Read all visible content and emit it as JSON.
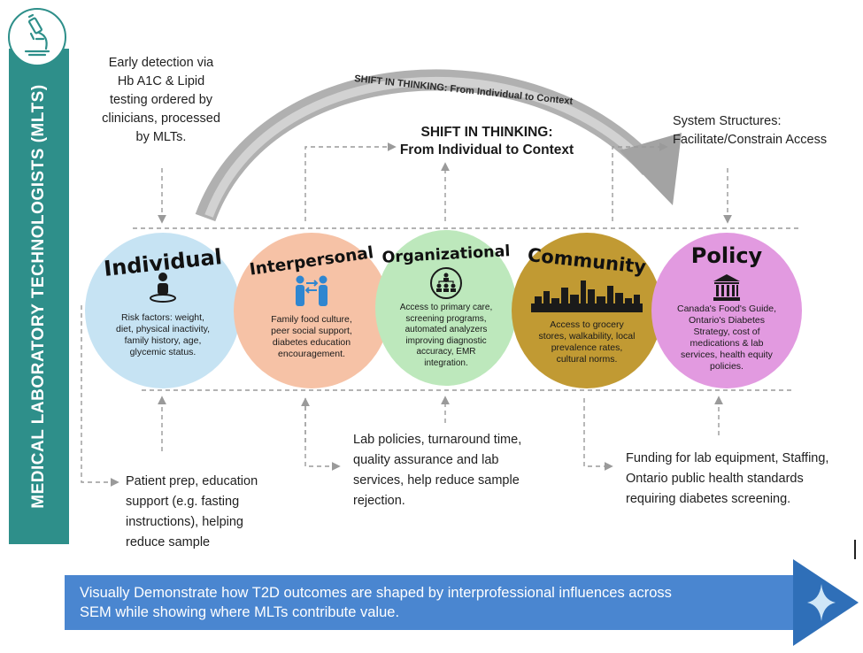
{
  "banner": {
    "label": "MEDICAL LABORATORY TECHNOLOGISTS (MLTS)"
  },
  "top_notes": {
    "individual": "Early detection via Hb A1C & Lipid testing ordered by clinicians, processed by MLTs.",
    "individual_lines": [
      "Early detection via",
      "Hb A1C & Lipid",
      "testing ordered by",
      "clinicians, processed",
      "by MLTs."
    ],
    "system_lines": [
      "System Structures:",
      "Facilitate/Constrain Access"
    ]
  },
  "shift": {
    "arc_label": "SHIFT IN THINKING: From Individual to Context",
    "title_line1": "SHIFT IN THINKING:",
    "title_line2": "From Individual to Context"
  },
  "levels": [
    {
      "title": "Individual",
      "color": "#c6e3f3",
      "icon": "person-icon",
      "desc_lines": [
        "Risk factors: weight,",
        "diet, physical inactivity,",
        "family history, age,",
        "glycemic status."
      ]
    },
    {
      "title": "Interpersonal",
      "color": "#f6c2a6",
      "icon": "people-exchange-icon",
      "desc_lines": [
        "Family food culture,",
        "peer social support,",
        "diabetes education",
        "encouragement."
      ]
    },
    {
      "title": "Organizational",
      "color": "#bde8bc",
      "icon": "org-chart-icon",
      "desc_lines": [
        "Access to primary care,",
        "screening programs,",
        "automated analyzers",
        "improving diagnostic",
        "accuracy, EMR",
        "integration."
      ]
    },
    {
      "title": "Community",
      "color": "#c19a33",
      "icon": "city-skyline-icon",
      "desc_lines": [
        "Access to grocery",
        "stores, walkability, local",
        "prevalence rates,",
        "cultural norms."
      ]
    },
    {
      "title": "Policy",
      "color": "#e29ae0",
      "icon": "government-building-icon",
      "desc_lines": [
        "Canada's Food's Guide,",
        "Ontario's Diabetes",
        "Strategy, cost of",
        "medications & lab",
        "services, health equity",
        "policies."
      ]
    }
  ],
  "bottom_notes": {
    "patient_lines": [
      "Patient prep, education",
      "support (e.g. fasting",
      "instructions), helping",
      "reduce sample"
    ],
    "lab_lines": [
      "Lab policies, turnaround time,",
      "quality assurance and lab",
      "services, help reduce sample",
      "rejection."
    ],
    "funding_lines": [
      "Funding for lab equipment, Staffing,",
      "Ontario public health standards",
      "requiring diabetes screening."
    ]
  },
  "bottom_banner": {
    "line1": "Visually Demonstrate how T2D outcomes are shaped by interprofessional influences across",
    "line2": "SEM while showing where MLTs contribute value."
  },
  "colors": {
    "banner": "#2e8f8a",
    "bottom_banner": "#4a86d0",
    "dash": "#9a9a9a",
    "arc": "#a8a8a8"
  }
}
